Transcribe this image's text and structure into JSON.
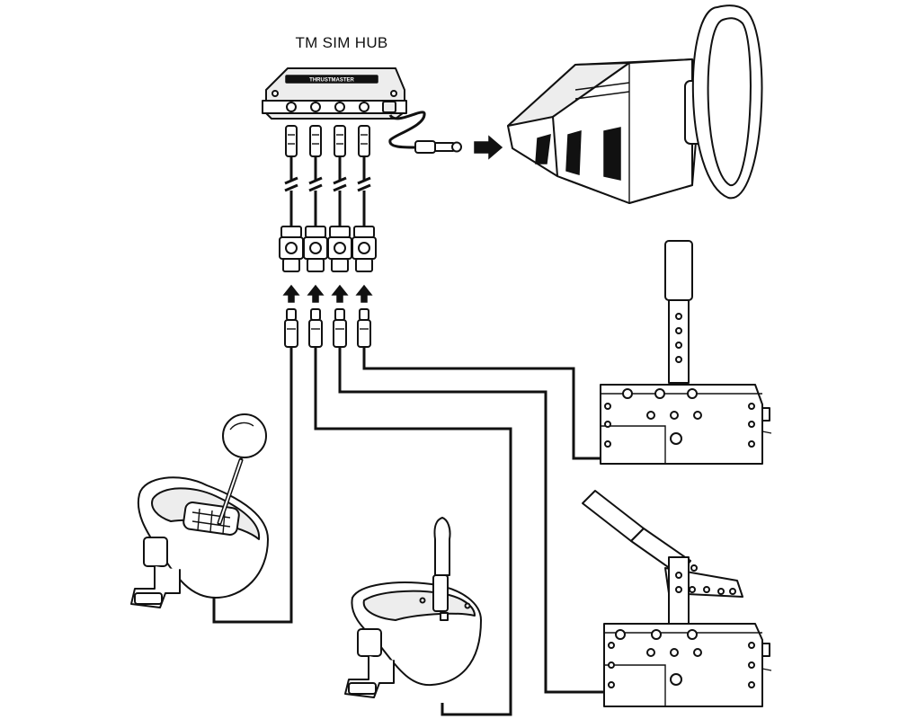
{
  "hub": {
    "title": "TM SIM HUB",
    "brand": "THRUSTMASTER",
    "port_count": 4
  },
  "devices": [
    {
      "icon": "h-pattern-shifter-icon"
    },
    {
      "icon": "sequential-shifter-icon"
    },
    {
      "icon": "sequential-gear-lever-icon"
    },
    {
      "icon": "handbrake-lever-icon"
    },
    {
      "icon": "wheel-base-icon"
    }
  ],
  "colors": {
    "line": "#111111",
    "background": "#ffffff",
    "fill": "#ededed"
  }
}
